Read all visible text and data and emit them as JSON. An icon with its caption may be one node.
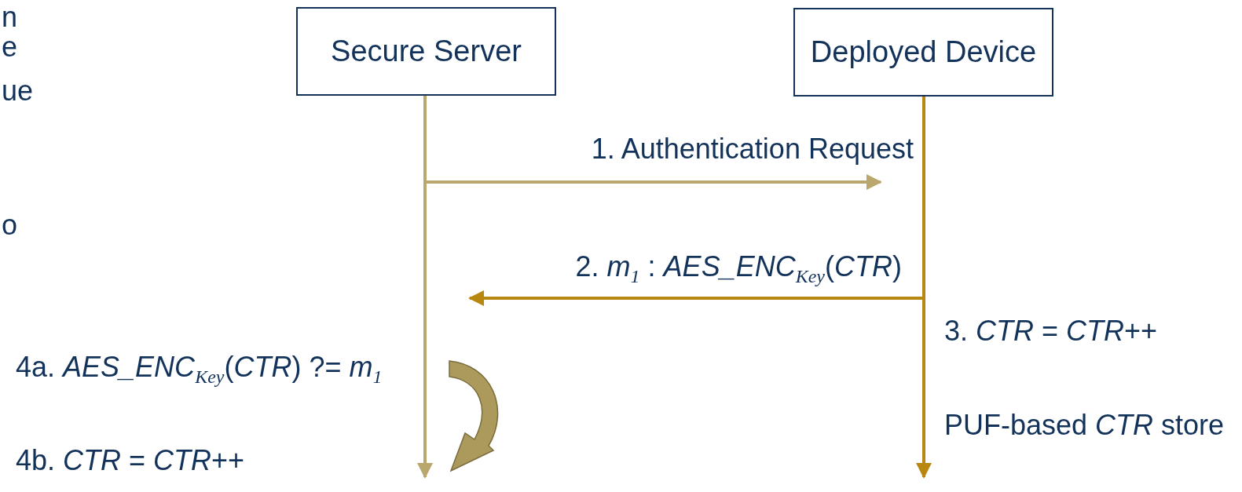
{
  "diagram": {
    "nodes": [
      {
        "text": [
          "Secure Server"
        ]
      },
      {
        "text": [
          "Deployed Device"
        ]
      }
    ],
    "edges": [
      {
        "from": 0,
        "to": 1,
        "arrow": "to",
        "label": "1. Authentication Request",
        "color": "#b9a76c"
      },
      {
        "from": 1,
        "to": 0,
        "arrow": "to",
        "label": "2. *m*$_{1}$ : *AES_ENC*$_{Key}$(*CTR*)",
        "color": "#b8870f"
      }
    ],
    "labels": [
      "n",
      "e",
      "ue",
      "o",
      "3. *CTR* = *CTR*++",
      "4a. *AES_ENC*$_{Key}$(*CTR*) ?= *m*$_{1}$",
      "4b. *CTR* = *CTR*++",
      "PUF-based *CTR* store"
    ]
  }
}
